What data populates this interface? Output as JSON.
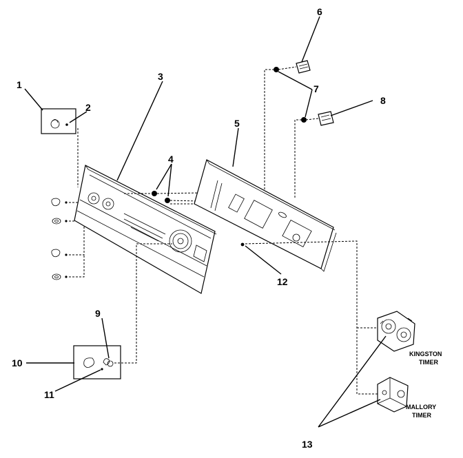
{
  "callouts": [
    "1",
    "2",
    "3",
    "4",
    "5",
    "6",
    "7",
    "8",
    "9",
    "10",
    "11",
    "12",
    "13"
  ],
  "timer_labels": {
    "kingston_line1": "KINGSTON",
    "kingston_line2": "TIMER",
    "mallory_line1": "MALLORY",
    "mallory_line2": "TIMER"
  }
}
